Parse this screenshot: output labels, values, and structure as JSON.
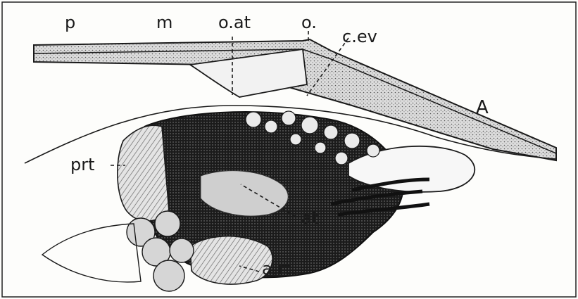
{
  "figure": {
    "labels": {
      "p": "p",
      "m": "m",
      "o_at": "o.at",
      "o": "o.",
      "c_ev": "c.ev",
      "A": "A",
      "prt": "prt",
      "at": "at.",
      "a_rt": "a.rt."
    },
    "colors": {
      "ink": "#1a1a1a",
      "paper": "#fdfdfb",
      "tissue_dark": "#111111",
      "tissue_mid": "#6a6a6a",
      "tissue_light": "#cfcfcf"
    }
  }
}
